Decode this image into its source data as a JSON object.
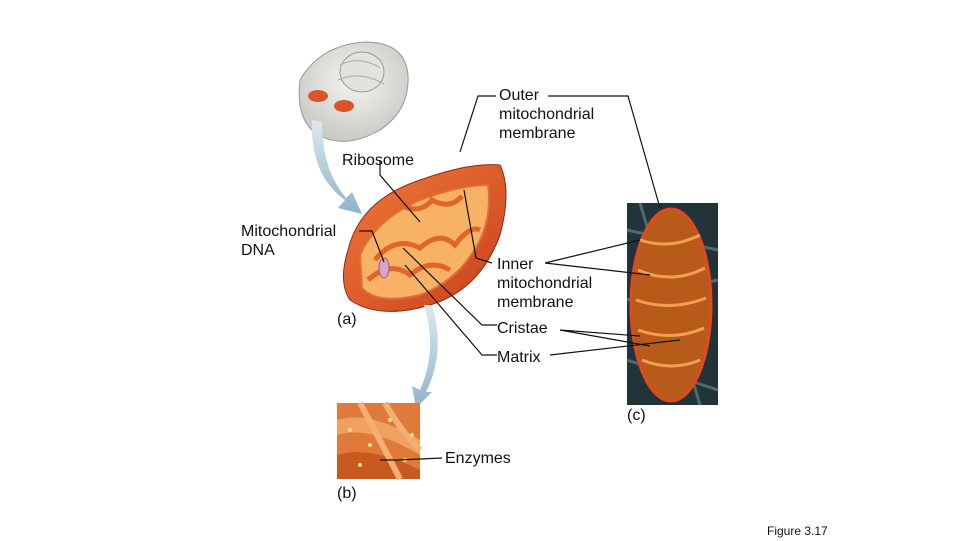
{
  "labels": {
    "outer_membrane": "Outer\nmitochondrial\nmembrane",
    "ribosome": "Ribosome",
    "mito_dna": "Mitochondrial\nDNA",
    "inner_membrane": "Inner\nmitochondrial\nmembrane",
    "cristae": "Cristae",
    "matrix": "Matrix",
    "enzymes": "Enzymes"
  },
  "panels": {
    "a": "(a)",
    "b": "(b)",
    "c": "(c)"
  },
  "figure_caption": "Figure 3.17",
  "colors": {
    "membrane": "#d9542a",
    "inner": "#f08a3c",
    "matrix": "#f7b266",
    "arrow": "#9fbfd3",
    "micrograph_bg": "#223438"
  }
}
